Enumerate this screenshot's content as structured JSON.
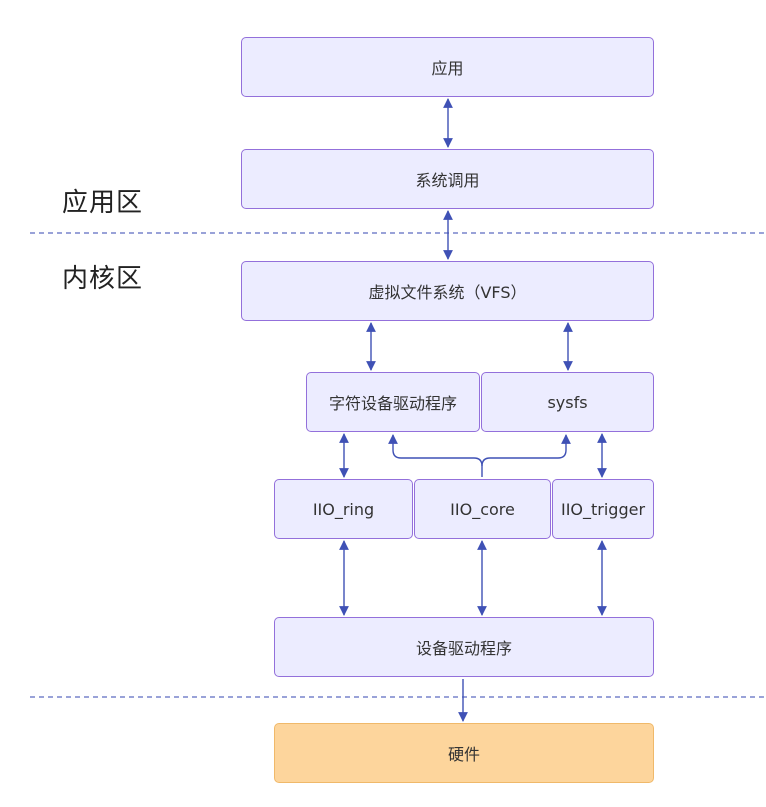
{
  "zones": {
    "app": "应用区",
    "kernel": "内核区"
  },
  "nodes": {
    "app": "应用",
    "syscall": "系统调用",
    "vfs": "虚拟文件系统（VFS）",
    "chardev": "字符设备驱动程序",
    "sysfs": "sysfs",
    "iio_ring": "IIO_ring",
    "iio_core": "IIO_core",
    "iio_trigger": "IIO_trigger",
    "devdriver": "设备驱动程序",
    "hardware": "硬件"
  },
  "edges": [
    {
      "from": "应用",
      "to": "系统调用",
      "direction": "both"
    },
    {
      "from": "系统调用",
      "to": "虚拟文件系统（VFS）",
      "direction": "both"
    },
    {
      "from": "虚拟文件系统（VFS）",
      "to": "字符设备驱动程序",
      "direction": "both"
    },
    {
      "from": "虚拟文件系统（VFS）",
      "to": "sysfs",
      "direction": "both"
    },
    {
      "from": "字符设备驱动程序",
      "to": "IIO_ring",
      "direction": "both"
    },
    {
      "from": "IIO_core",
      "to": "字符设备驱动程序",
      "direction": "forward"
    },
    {
      "from": "IIO_core",
      "to": "sysfs",
      "direction": "forward"
    },
    {
      "from": "sysfs",
      "to": "IIO_trigger",
      "direction": "both"
    },
    {
      "from": "IIO_ring",
      "to": "设备驱动程序",
      "direction": "both"
    },
    {
      "from": "IIO_core",
      "to": "设备驱动程序",
      "direction": "both"
    },
    {
      "from": "IIO_trigger",
      "to": "设备驱动程序",
      "direction": "both"
    },
    {
      "from": "设备驱动程序",
      "to": "硬件",
      "direction": "forward"
    }
  ],
  "colors": {
    "node_fill": "#ececff",
    "node_border": "#9370db",
    "hardware_fill": "#fdd59c",
    "edge": "#3f51b5",
    "separator": "#5c6bc0"
  }
}
